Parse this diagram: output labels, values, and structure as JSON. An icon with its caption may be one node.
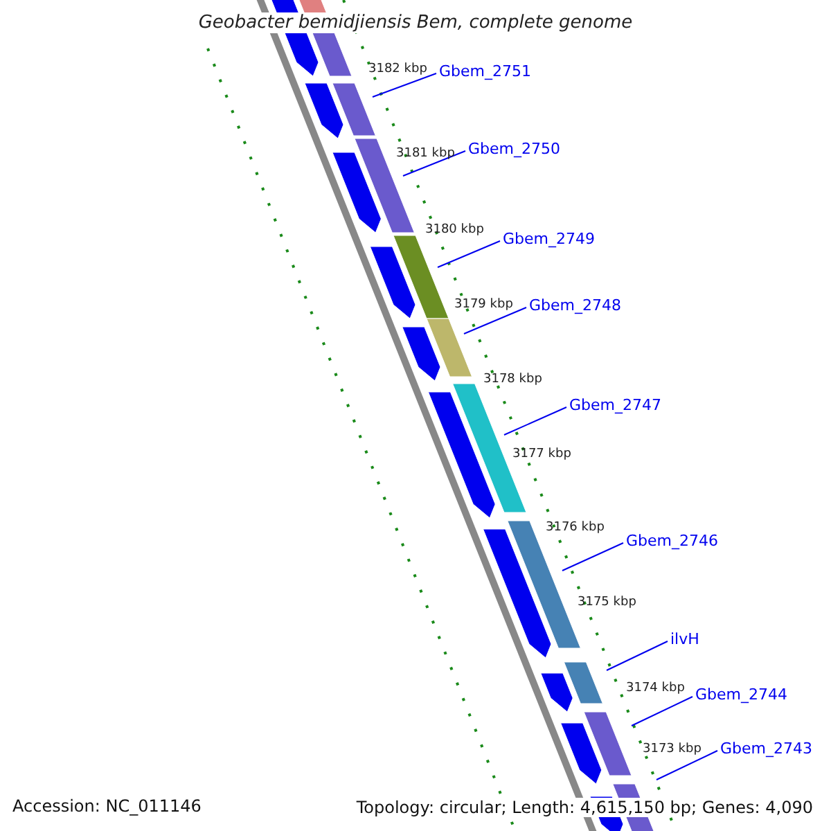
{
  "diagram": {
    "title": "Geobacter bemidjiensis Bem, complete genome",
    "nodes": [
      {
        "text": [
          "Gbem_2751"
        ]
      },
      {
        "text": [
          "Gbem_2750"
        ]
      },
      {
        "text": [
          "Gbem_2749"
        ]
      },
      {
        "text": [
          "Gbem_2748"
        ]
      },
      {
        "text": [
          "Gbem_2747"
        ]
      },
      {
        "text": [
          "Gbem_2746"
        ]
      },
      {
        "text": [
          "ilvH"
        ]
      },
      {
        "text": [
          "Gbem_2744"
        ]
      },
      {
        "text": [
          "Gbem_2743"
        ]
      }
    ],
    "edges": [
      {
        "from": 0,
        "to": null,
        "arrow": "none"
      },
      {
        "from": 1,
        "to": null,
        "arrow": "none"
      },
      {
        "from": 2,
        "to": null,
        "arrow": "none"
      },
      {
        "from": 3,
        "to": null,
        "arrow": "none"
      },
      {
        "from": 4,
        "to": null,
        "arrow": "none"
      },
      {
        "from": 5,
        "to": null,
        "arrow": "none"
      },
      {
        "from": 6,
        "to": null,
        "arrow": "none"
      },
      {
        "from": 7,
        "to": null,
        "arrow": "none"
      },
      {
        "from": 8,
        "to": null,
        "arrow": "none"
      }
    ],
    "labels": [
      "3182 kbp",
      "3181 kbp",
      "3180 kbp",
      "3179 kbp",
      "3178 kbp",
      "3177 kbp",
      "3176 kbp",
      "3175 kbp",
      "3174 kbp",
      "3173 kbp",
      "Accession: NC_011146",
      "Topology: circular; Length: 4,615,150 bp; Genes: 4,090"
    ]
  }
}
